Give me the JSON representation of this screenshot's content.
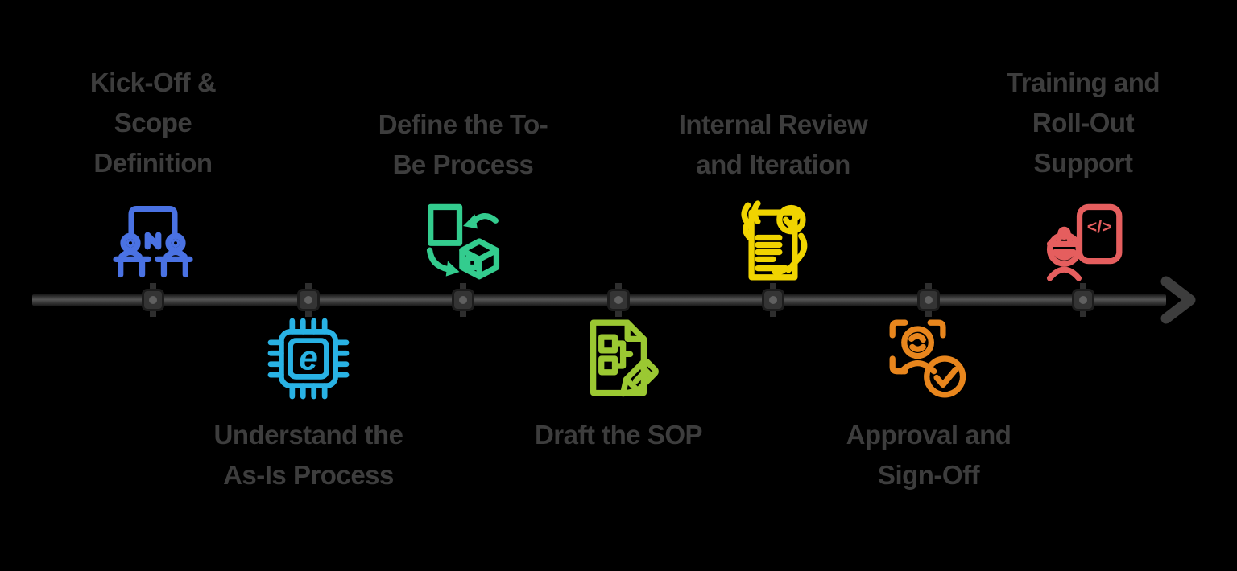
{
  "timeline": {
    "background_color": "#000000",
    "axis_color": "#3d3d3d",
    "label_color": "#3d3d3d",
    "node_color": "#343434",
    "node_hole_color": "#606060",
    "arrow_icon": "arrow-right-icon",
    "milestones": [
      {
        "name": "Kick-Off & Scope Definition",
        "lines": [
          "Kick-Off &",
          "Scope",
          "Definition"
        ],
        "icon": "meeting-desks-icon",
        "color": "#4a72e3",
        "side": "above"
      },
      {
        "name": "Understand the As-Is Process",
        "lines": [
          "Understand the",
          "As-Is Process"
        ],
        "icon": "microchip-icon",
        "color": "#29b2e4",
        "side": "below"
      },
      {
        "name": "Define the To-Be Process",
        "lines": [
          "Define the To-",
          "Be Process"
        ],
        "icon": "process-transform-icon",
        "color": "#33cc8e",
        "side": "above"
      },
      {
        "name": "Draft the SOP",
        "lines": [
          "Draft the SOP"
        ],
        "icon": "sop-document-pencil-icon",
        "color": "#9bc832",
        "side": "below"
      },
      {
        "name": "Internal Review and Iteration",
        "lines": [
          "Internal Review",
          "and Iteration"
        ],
        "icon": "document-review-hands-icon",
        "color": "#f0d400",
        "side": "above"
      },
      {
        "name": "Approval and Sign-Off",
        "lines": [
          "Approval and",
          "Sign-Off"
        ],
        "icon": "person-approval-check-icon",
        "color": "#e8861d",
        "side": "below"
      },
      {
        "name": "Training and Roll-Out Support",
        "lines": [
          "Training and",
          "Roll-Out",
          "Support"
        ],
        "icon": "trainer-code-document-icon",
        "color": "#e55e5e",
        "side": "above"
      }
    ]
  }
}
